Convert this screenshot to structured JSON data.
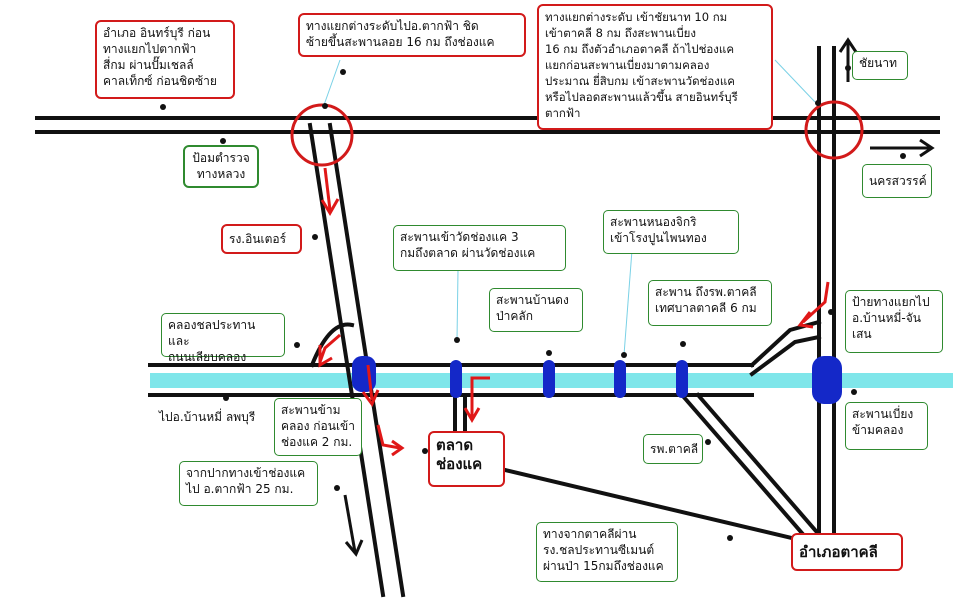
{
  "labels": {
    "inburi": "อำเภอ อินทร์บุรี ก่อน\nทางแยกไปตากฟ้า\nสี่กม ผ่านปั๊มเชลล์\nคาลเท็กซ์ ก่อนชิดซ้าย",
    "jct_takfa": "ทางแยกต่างระดับไปอ.ตากฟ้า ชิด\nซ้ายขึ้นสะพานลอย 16 กม ถึงช่องแค",
    "jct_chainat": "ทางแยกต่างระดับ เข้าชัยนาท 10 กม\nเข้าตาคลี  8 กม ถึงสะพานเบี่ยง\n16 กม ถึงตัวอำเภอตาคลี ถ้าไปช่องแค\nแยกก่อนสะพานเบี่ยงมาตามคลอง\nประมาณ ยี่สิบกม เข้าสะพานวัดช่องแค\nหรือไปลอดสะพานแล้วขึ้น สายอินทร์บุรี\nตากฟ้า",
    "chainat": "ชัยนาท",
    "nakhonsawan": "นครสวรรค์",
    "police": "ป้อมตำรวจ\nทางหลวง",
    "hosp_inter": "รง.อินเตอร์",
    "br_wat": "สะพานเข้าวัดช่องแค 3\nกมถึงตลาด ผ่านวัดช่องแค",
    "br_nong": "สะพานหนองจิกริ\nเข้าโรงปูนไพนทอง",
    "br_bandong": "สะพานบ้านดง\nป่าคลัก",
    "br_hosp": "สะพาน ถึงรพ.ตาคลี\nเทศบาลตาคลี 6 กม",
    "sign_bannhi": "ป้ายทางแยกไป\nอ.บ้านหมี่-จันเสน",
    "canal_road": "คลองชลประทาน และ\nถนนเลียบคลอง",
    "to_bannhi": "ไปอ.บ้านหมี่  ลพบุรี",
    "br_cross": "สะพานข้าม\nคลอง ก่อนเข้า\nช่องแค 2 กม.",
    "market": "ตลาด\nช่องแค",
    "rp_takhli": "รพ.ตาคลี",
    "br_bend": "สะพานเบี่ยง\nข้ามคลอง",
    "from_mouth": "จากปากทางเข้าช่องแค\nไป อ.ตากฟ้า 25 กม.",
    "from_takhli": "ทางจากตาคลีผ่าน\nรง.ชลประทานซีเมนต์\nผ่านป่า 15กมถึงช่องแค",
    "amphoe_takhli": "อำเภอตาคลี"
  },
  "colors": {
    "road": "#111111",
    "canal": "#7fe6ea",
    "bridge": "#1428c8",
    "route_arrow": "#e01818",
    "red_border": "#d21a1a",
    "green_border": "#2f8a2f"
  }
}
